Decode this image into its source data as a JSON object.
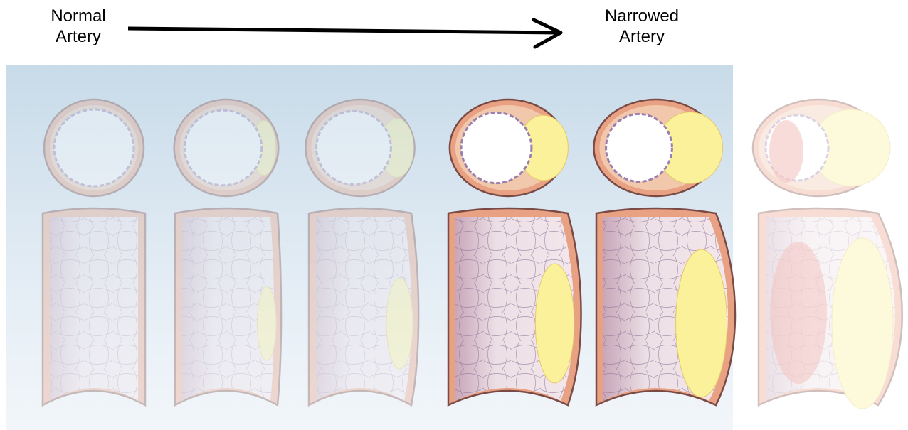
{
  "labels": {
    "start": {
      "line1": "Normal",
      "line2": "Artery"
    },
    "end": {
      "line1": "Narrowed",
      "line2": "Artery"
    }
  },
  "colors": {
    "background_top": "#c9dcea",
    "background_bottom": "#eef3f8",
    "vessel_wall": "#e9a183",
    "vessel_outline": "#7a4a45",
    "lumen": "#ffffff",
    "vessel_interior": "#e6d4dd",
    "plaque": "#fbf19a",
    "endothelium_cells": "#9a7fb0",
    "clot": "#e05a4e"
  },
  "stages": [
    {
      "id": "stage-1",
      "plaque": 0.0,
      "faded": true
    },
    {
      "id": "stage-2",
      "plaque": 0.15,
      "faded": true
    },
    {
      "id": "stage-3",
      "plaque": 0.3,
      "faded": true
    },
    {
      "id": "stage-4",
      "plaque": 0.55,
      "faded": false
    },
    {
      "id": "stage-5",
      "plaque": 0.8,
      "faded": false
    },
    {
      "id": "stage-6",
      "plaque": 1.0,
      "faded": true,
      "clot": true
    }
  ]
}
